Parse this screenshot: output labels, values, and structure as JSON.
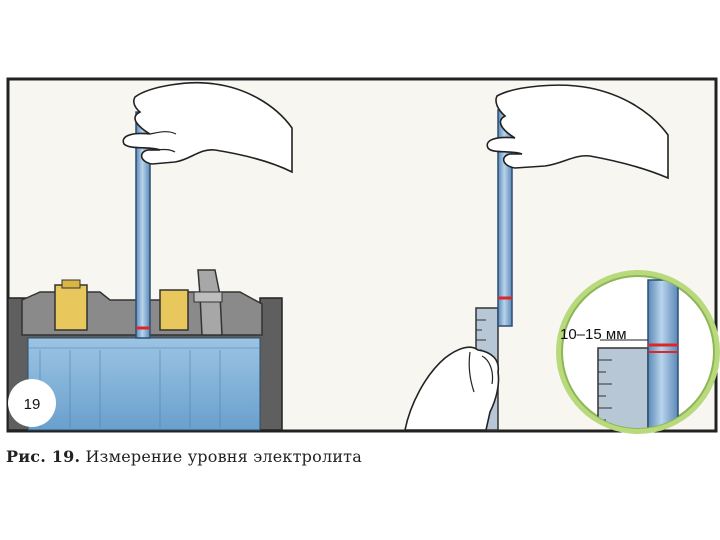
{
  "figure": {
    "badge_number": "19",
    "zoom_label": "10–15 мм",
    "caption_ref": "Рис. 19.",
    "caption_text": " Измерение уровня электролита"
  },
  "colors": {
    "frame_bg": "#f7f6f1",
    "electrolyte": "#7fb1d8",
    "battery_case": "#6b6b6b",
    "yellow_plug": "#e8c75c",
    "zoom_ring": "#b9d97d",
    "tube_blue": "#7aa6cf",
    "level_mark": "#d8282a"
  }
}
